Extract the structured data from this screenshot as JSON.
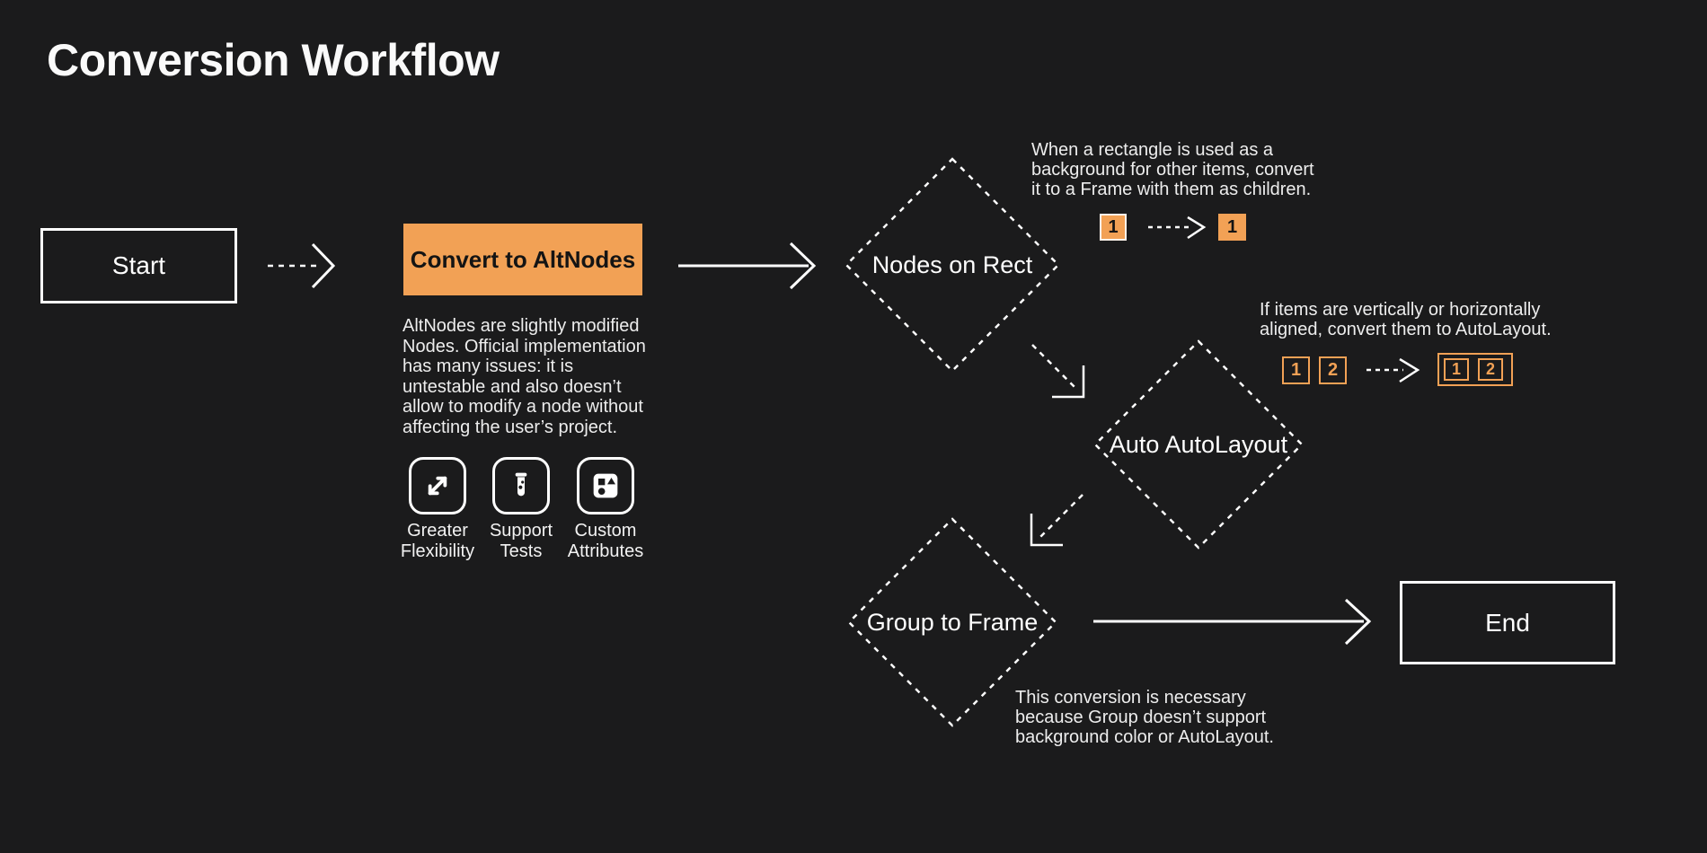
{
  "title": "Conversion Workflow",
  "colors": {
    "background": "#1B1B1C",
    "accent_orange": "#F2A155",
    "line_white": "#FFFFFF",
    "text": "#EDEDED"
  },
  "nodes": {
    "start": {
      "label": "Start"
    },
    "convert_to_altnodes": {
      "label": "Convert to AltNodes",
      "description": "AltNodes are slightly modified\nNodes. Official implementation\nhas many issues: it is\nuntestable and also doesn’t\nallow to modify a node without\naffecting the user’s project."
    },
    "nodes_on_rect": {
      "label": "Nodes on Rect"
    },
    "auto_autolayout": {
      "label": "Auto AutoLayout"
    },
    "group_to_frame": {
      "label": "Group to Frame"
    },
    "end": {
      "label": "End"
    }
  },
  "features": [
    {
      "icon": "expand-icon",
      "label": "Greater\nFlexibility"
    },
    {
      "icon": "test-tube-icon",
      "label": "Support\nTests"
    },
    {
      "icon": "shapes-icon",
      "label": "Custom\nAttributes"
    }
  ],
  "annotations": {
    "rect_to_frame": {
      "text": "When a rectangle is used as a\nbackground for other items, convert\nit to a Frame with them as children.",
      "before_item": "1",
      "after_item": "1"
    },
    "autolayout": {
      "text": "If items are vertically or horizontally\naligned, convert them to AutoLayout.",
      "items": [
        "1",
        "2"
      ]
    },
    "group_to_frame": {
      "text": "This conversion is necessary\nbecause Group doesn’t support\nbackground color or AutoLayout."
    }
  }
}
